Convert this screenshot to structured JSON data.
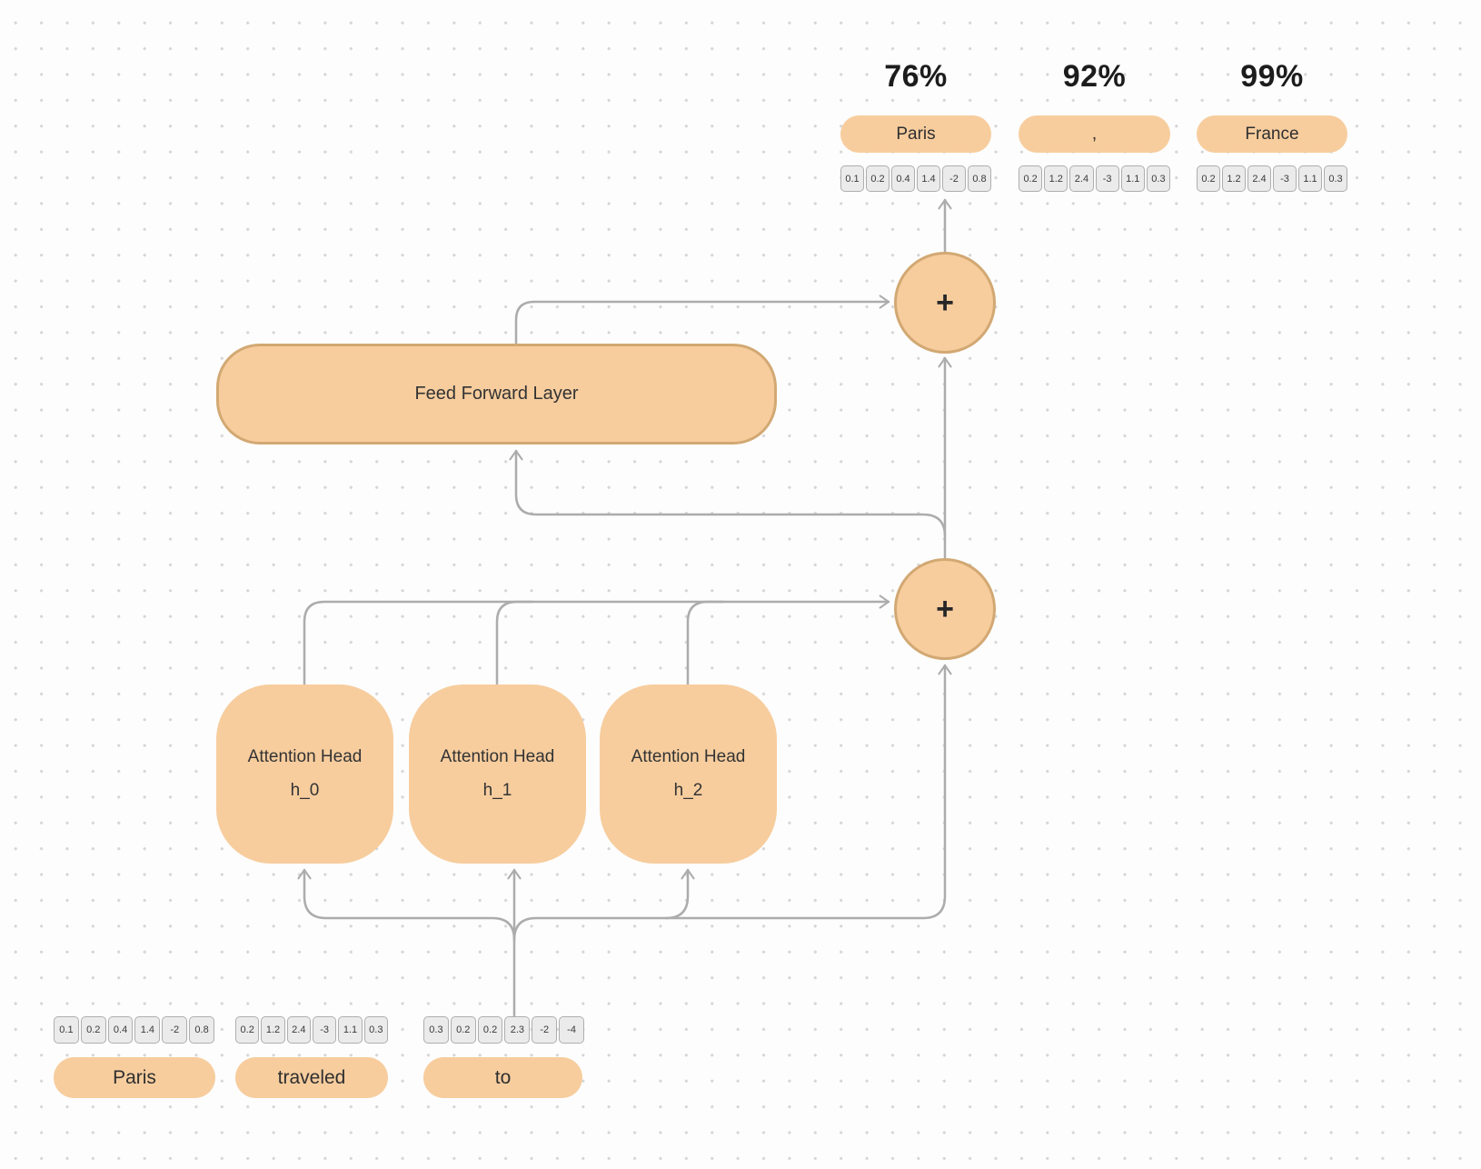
{
  "colors": {
    "shape_fill": "#F7CD9E",
    "shape_border": "#D2A873",
    "connector": "#ACACAC",
    "cell_fill": "#EBEBEB",
    "cell_border": "#AEAEAE"
  },
  "plus_symbol": "+",
  "outputs": [
    {
      "prob": "76%",
      "token": "Paris",
      "vector": [
        "0.1",
        "0.2",
        "0.4",
        "1.4",
        "-2",
        "0.8"
      ]
    },
    {
      "prob": "92%",
      "token": ",",
      "vector": [
        "0.2",
        "1.2",
        "2.4",
        "-3",
        "1.1",
        "0.3"
      ]
    },
    {
      "prob": "99%",
      "token": "France",
      "vector": [
        "0.2",
        "1.2",
        "2.4",
        "-3",
        "1.1",
        "0.3"
      ]
    }
  ],
  "feed_forward": {
    "label": "Feed Forward Layer"
  },
  "attention_heads": [
    {
      "title": "Attention Head",
      "subtitle": "h_0"
    },
    {
      "title": "Attention Head",
      "subtitle": "h_1"
    },
    {
      "title": "Attention Head",
      "subtitle": "h_2"
    }
  ],
  "inputs": [
    {
      "token": "Paris",
      "vector": [
        "0.1",
        "0.2",
        "0.4",
        "1.4",
        "-2",
        "0.8"
      ]
    },
    {
      "token": "traveled",
      "vector": [
        "0.2",
        "1.2",
        "2.4",
        "-3",
        "1.1",
        "0.3"
      ]
    },
    {
      "token": "to",
      "vector": [
        "0.3",
        "0.2",
        "0.2",
        "2.3",
        "-2",
        "-4"
      ]
    }
  ]
}
